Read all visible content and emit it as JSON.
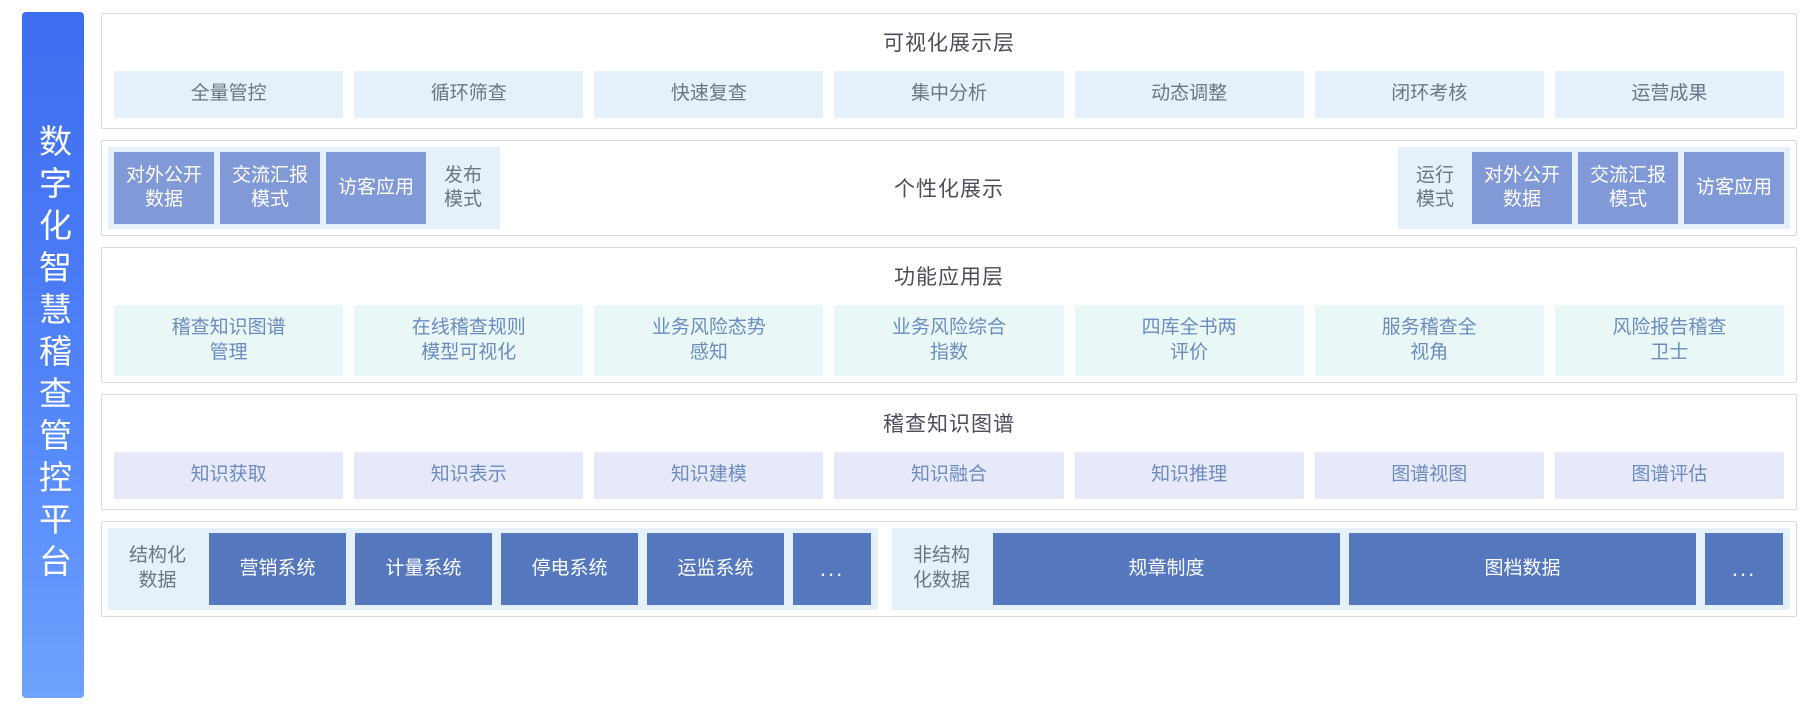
{
  "platform": {
    "vertical_title": "数字化智慧稽查管控平台"
  },
  "layers": {
    "visualization": {
      "title": "可视化展示层",
      "items": [
        "全量管控",
        "循环筛查",
        "快速复查",
        "集中分析",
        "动态调整",
        "闭环考核",
        "运营成果"
      ]
    },
    "personalized": {
      "center_label": "个性化展示",
      "left_modes": [
        {
          "label": "对外公开\n数据",
          "style": "solid"
        },
        {
          "label": "交流汇报\n模式",
          "style": "solid"
        },
        {
          "label": "访客应用",
          "style": "solid"
        },
        {
          "label": "发布\n模式",
          "style": "ghost"
        }
      ],
      "right_modes": [
        {
          "label": "运行\n模式",
          "style": "ghost"
        },
        {
          "label": "对外公开\n数据",
          "style": "solid"
        },
        {
          "label": "交流汇报\n模式",
          "style": "solid"
        },
        {
          "label": "访客应用",
          "style": "solid"
        }
      ]
    },
    "function": {
      "title": "功能应用层",
      "items": [
        "稽查知识图谱\n管理",
        "在线稽查规则\n模型可视化",
        "业务风险态势\n感知",
        "业务风险综合\n指数",
        "四库全书两\n评价",
        "服务稽查全\n视角",
        "风险报告稽查\n卫士"
      ]
    },
    "knowledge_graph": {
      "title": "稽查知识图谱",
      "items": [
        "知识获取",
        "知识表示",
        "知识建模",
        "知识融合",
        "知识推理",
        "图谱视图",
        "图谱评估"
      ]
    },
    "data_sources": {
      "structured": {
        "label": "结构化\n数据",
        "items": [
          "营销系统",
          "计量系统",
          "停电系统",
          "运监系统",
          "..."
        ]
      },
      "unstructured": {
        "label": "非结构\n化数据",
        "items": [
          "规章制度",
          "图档数据",
          "..."
        ]
      }
    }
  },
  "colors": {
    "brand_gradient_start": "#3f6df0",
    "brand_gradient_end": "#6fa2fd",
    "chip_blue": "#e6f0fa",
    "chip_mint": "#e9f8f7",
    "chip_lavender": "#e8e9f8",
    "mode_solid": "#8199d6",
    "data_solid": "#5477bd",
    "text_muted": "#6a7684",
    "text_blue": "#6c8bbf",
    "text_dark": "#4a4e57",
    "border": "#d8dadd"
  }
}
